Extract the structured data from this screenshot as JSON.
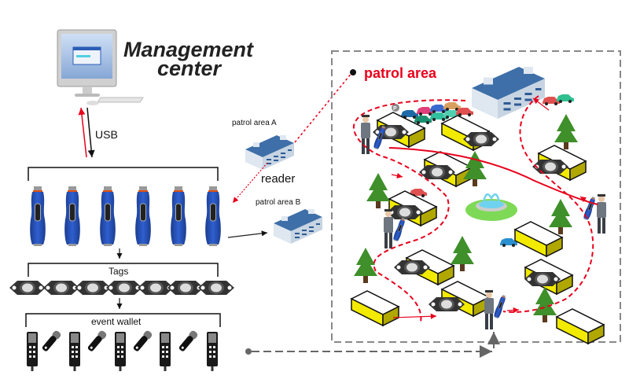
{
  "title": {
    "line1": "Management",
    "line2": "center"
  },
  "connection": {
    "usb_label": "USB"
  },
  "groups": {
    "readers": {
      "count": 6,
      "icon": "patrol-reader-wand-icon"
    },
    "tags": {
      "label": "Tags",
      "count": 7,
      "icon": "rfid-tag-icon"
    },
    "event_wallet": {
      "label": "event wallet",
      "icon_handheld": "handheld-reader-icon",
      "icon_key": "key-fob-icon",
      "handhelds": 5,
      "fobs": 4
    }
  },
  "sites": {
    "area_a": {
      "label": "patrol area A"
    },
    "reader": {
      "label": "reader"
    },
    "area_b": {
      "label": "patrol area B"
    }
  },
  "patrol_map": {
    "title": "patrol area",
    "colors": {
      "title": "#e8001c",
      "route": "#e8001c",
      "border": "#888888",
      "building_top": "#ffffff",
      "building_side": "#f2ea00",
      "tree": "#3f8f2a"
    }
  }
}
